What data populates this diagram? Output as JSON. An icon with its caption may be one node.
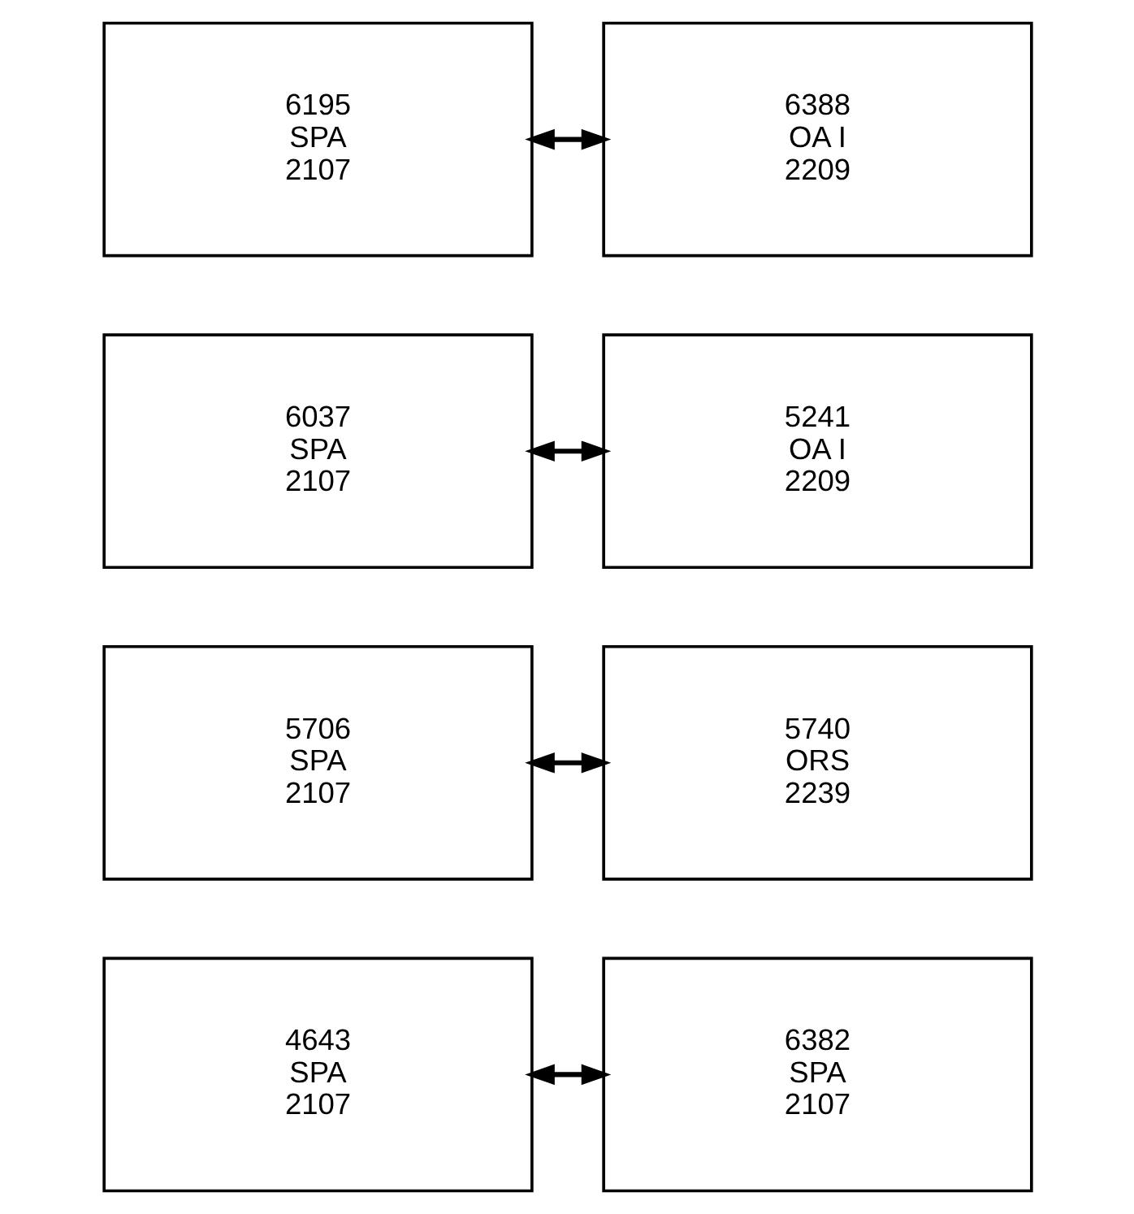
{
  "diagram": {
    "nodes": [
      {
        "text": [
          "4643",
          "SPA",
          "2107"
        ]
      },
      {
        "text": [
          "6382",
          "SPA",
          "2107"
        ]
      },
      {
        "text": [
          "5706",
          "SPA",
          "2107"
        ]
      },
      {
        "text": [
          "5740",
          "ORS",
          "2239"
        ]
      },
      {
        "text": [
          "6037",
          "SPA",
          "2107"
        ]
      },
      {
        "text": [
          "5241",
          "OA I",
          "2209"
        ]
      },
      {
        "text": [
          "6195",
          "SPA",
          "2107"
        ]
      },
      {
        "text": [
          "6388",
          "OA I",
          "2209"
        ]
      }
    ],
    "edges": [
      {
        "from": 0,
        "to": 1,
        "arrow": "both"
      },
      {
        "from": 2,
        "to": 3,
        "arrow": "both"
      },
      {
        "from": 4,
        "to": 5,
        "arrow": "both"
      },
      {
        "from": 6,
        "to": 7,
        "arrow": "both"
      }
    ]
  }
}
